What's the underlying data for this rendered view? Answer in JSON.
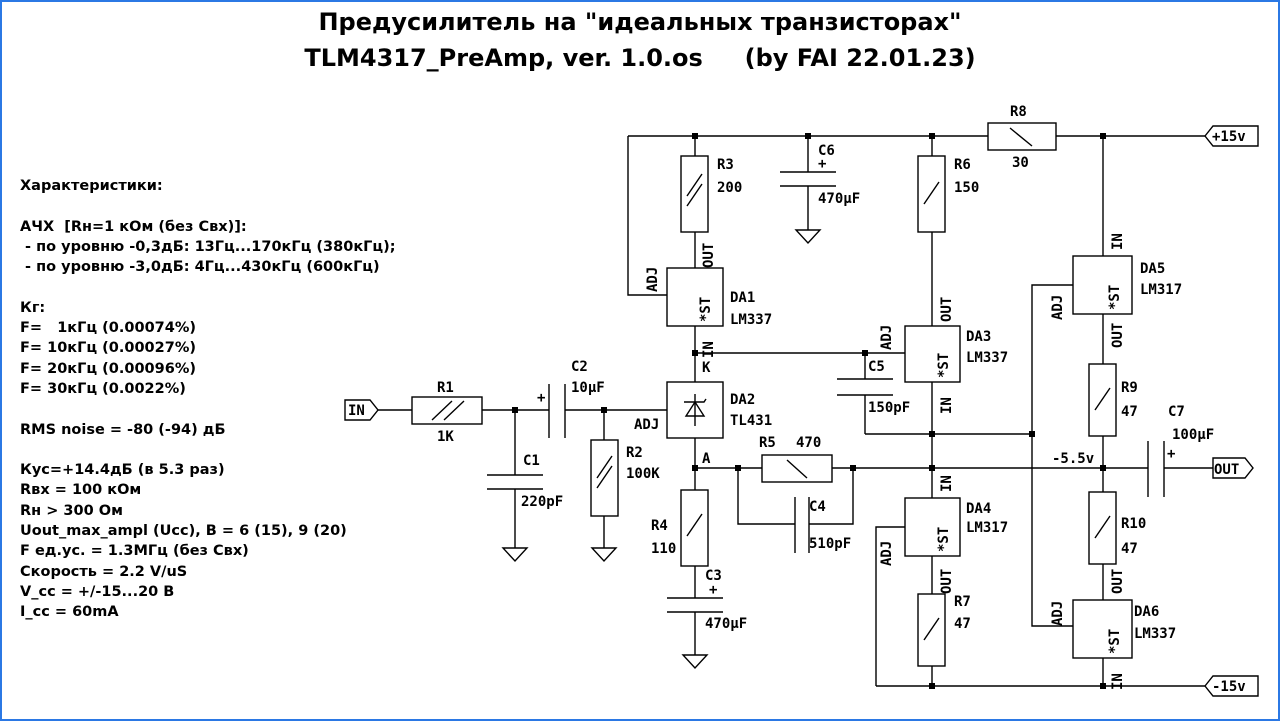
{
  "title": {
    "line1": "Предусилитель на \"идеальных транзисторах\"",
    "line2": "TLM4317_PreAmp, ver. 1.0.os     (by FAI 22.01.23)"
  },
  "specs": [
    "Характеристики:",
    "",
    "АЧХ  [Rн=1 кОм (без Свх)]:",
    " - по уровню -0,3дБ: 13Гц...170кГц (380кГц);",
    " - по уровню -3,0дБ: 4Гц...430кГц (600кГц)",
    "",
    "Кг:",
    "F=   1кГц (0.00074%)",
    "F= 10кГц (0.00027%)",
    "F= 20кГц (0.00096%)",
    "F= 30кГц (0.0022%)",
    "",
    "RMS noise = -80 (-94) дБ",
    "",
    "Кус=+14.4дБ (в 5.3 раз)",
    "Rвх = 100 кОм",
    "Rн > 300 Ом",
    "Uout_max_ampl (Ucc), В = 6 (15), 9 (20)",
    "F ед.ус. = 1.3МГц (без Свх)",
    "Скорость = 2.2 V/uS",
    "V_cc = +/-15...20 В",
    "I_cc = 60mA"
  ],
  "ports": {
    "in": "IN",
    "out": "OUT",
    "vpos": "+15v",
    "vneg": "-15v"
  },
  "node_labels": {
    "k": "K",
    "a": "A",
    "vmid": "-5.5v"
  },
  "components": {
    "r1": {
      "ref": "R1",
      "value": "1K"
    },
    "r2": {
      "ref": "R2",
      "value": "100K"
    },
    "r3": {
      "ref": "R3",
      "value": "200"
    },
    "r4": {
      "ref": "R4",
      "value": "110"
    },
    "r5": {
      "ref": "R5",
      "value": "470"
    },
    "r6": {
      "ref": "R6",
      "value": "150"
    },
    "r7": {
      "ref": "R7",
      "value": "47"
    },
    "r8": {
      "ref": "R8",
      "value": "30"
    },
    "r9": {
      "ref": "R9",
      "value": "47"
    },
    "r10": {
      "ref": "R10",
      "value": "47"
    },
    "c1": {
      "ref": "C1",
      "value": "220pF"
    },
    "c2": {
      "ref": "C2",
      "value": "10µF"
    },
    "c3": {
      "ref": "C3",
      "value": "470µF"
    },
    "c4": {
      "ref": "C4",
      "value": "510pF"
    },
    "c5": {
      "ref": "C5",
      "value": "150pF"
    },
    "c6": {
      "ref": "C6",
      "value": "470µF"
    },
    "c7": {
      "ref": "C7",
      "value": "100µF"
    },
    "da1": {
      "ref": "DA1",
      "value": "LM337"
    },
    "da2": {
      "ref": "DA2",
      "value": "TL431"
    },
    "da3": {
      "ref": "DA3",
      "value": "LM337"
    },
    "da4": {
      "ref": "DA4",
      "value": "LM317"
    },
    "da5": {
      "ref": "DA5",
      "value": "LM317"
    },
    "da6": {
      "ref": "DA6",
      "value": "LM337"
    }
  },
  "pins": {
    "adj": "ADJ",
    "in": "IN",
    "out": "OUT",
    "st": "*ST",
    "plus": "+"
  }
}
